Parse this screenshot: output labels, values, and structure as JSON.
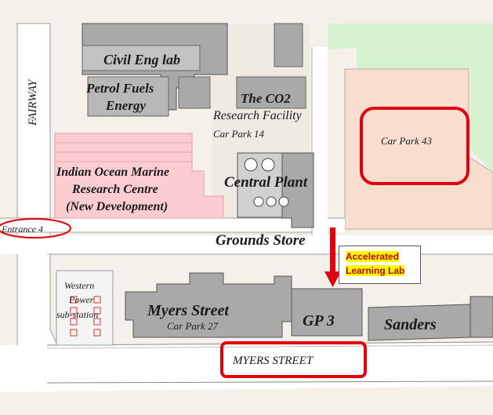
{
  "map": {
    "roads": {
      "fairway": "FAIRWAY",
      "myers_street": "MYERS STREET"
    },
    "entrance": "Entrance 4",
    "buildings": {
      "civil_eng": "Civil Eng lab",
      "petrol_fuels_1": "Petrol Fuels",
      "petrol_fuels_2": "Energy",
      "co2_1": "The CO2",
      "co2_2": "Research Facility",
      "car_park_14": "Car Park 14",
      "car_park_43": "Car Park 43",
      "iomrc_1": "Indian Ocean Marine",
      "iomrc_2": "Research Centre",
      "iomrc_3": "(New Development)",
      "central_plant": "Central Plant",
      "grounds_store": "Grounds Store",
      "western_power_1": "Western",
      "western_power_2": "Power",
      "western_power_3": "sub-station",
      "myers_street_bldg": "Myers Street",
      "car_park_27": "Car Park 27",
      "gp3": "GP 3",
      "sanders": "Sanders"
    },
    "callout": {
      "line1": "Accelerated",
      "line2": "Learning Lab"
    },
    "colors": {
      "highlight": "#e0000f",
      "green_area": "#d6f2cf",
      "carpark": "#f9ded0",
      "new_dev": "#fbcdd0",
      "building": "#a9a9a9",
      "callout_bg": "#ffff00"
    }
  }
}
